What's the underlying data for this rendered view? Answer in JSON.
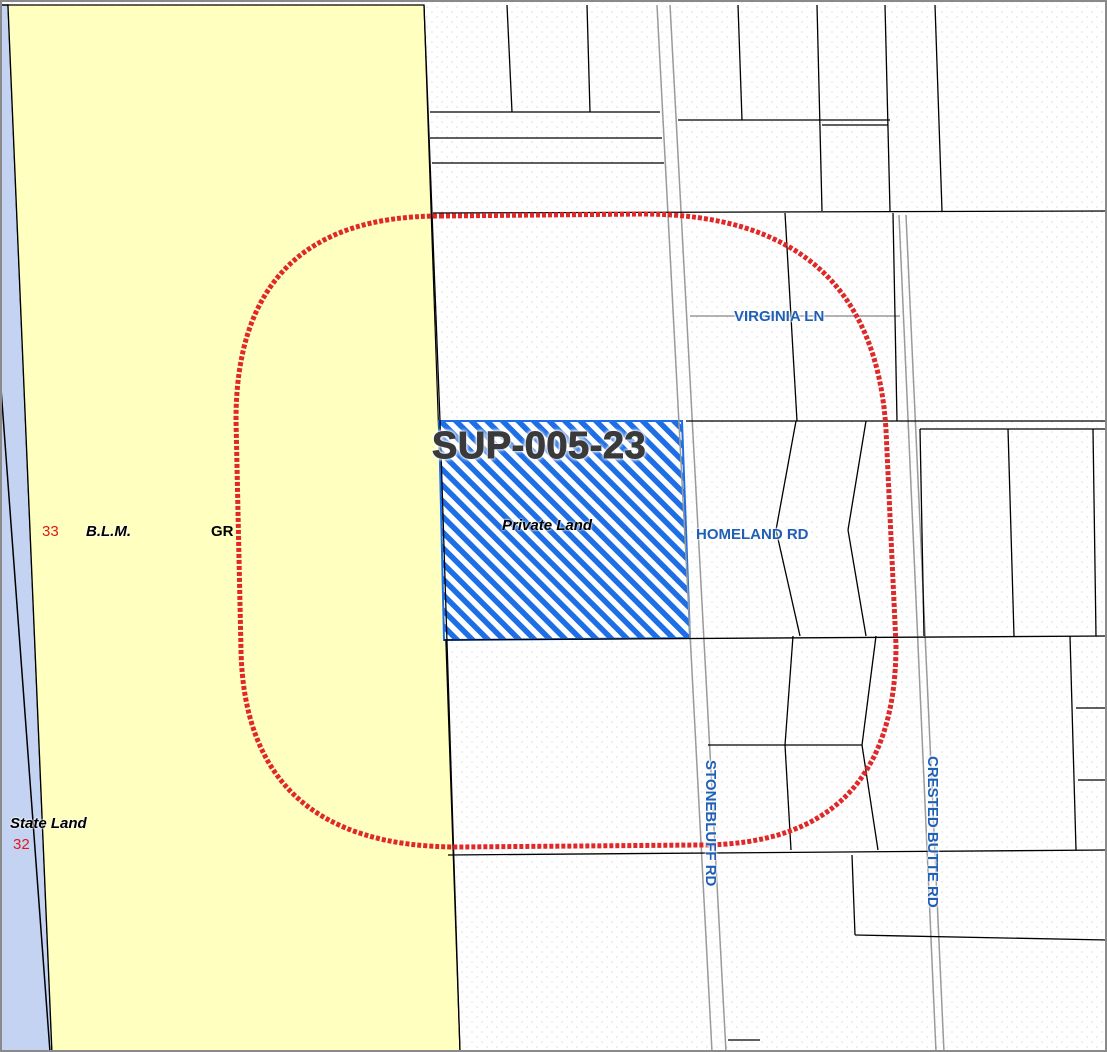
{
  "map": {
    "case_label": "SUP-005-23",
    "roads": {
      "virginia": "VIRGINIA LN",
      "homeland": "HOMELAND RD",
      "stonebluff": "STONEBLUFF RD",
      "crested_butte": "CRESTED BUTTE RD"
    },
    "land_labels": {
      "private": "Private Land",
      "blm": "B.L.M.",
      "state": "State Land",
      "gr": "GR"
    },
    "section_numbers": {
      "s33": "33",
      "s32": "32"
    },
    "colors": {
      "blm_fill": "#ffffc0",
      "state_fill": "#c5d3f3",
      "buffer_line": "#e02828",
      "subject_hatch": "#1e6fe6",
      "road_text": "#1f5fb5",
      "section_number": "#e01818",
      "parcel_line": "#000000"
    }
  }
}
